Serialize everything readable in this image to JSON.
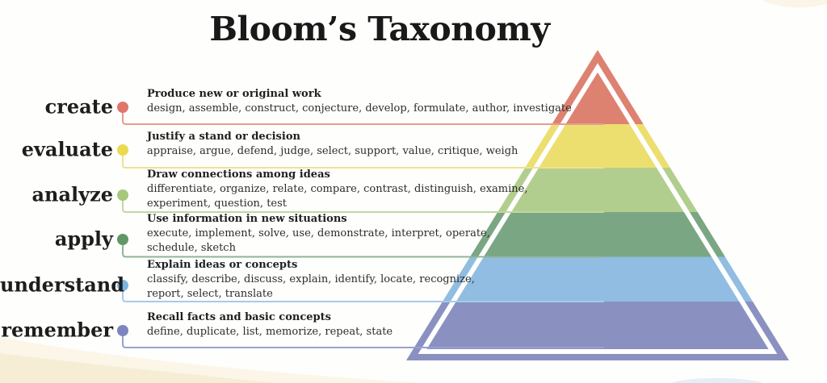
{
  "title": "Bloom’s Taxonomy",
  "levels": [
    {
      "name": "create",
      "heading": "Produce new or original work",
      "verbs": "design, assemble, construct, conjecture, develop, formulate, author, investigate",
      "dot_color": "#e0766a",
      "band_color": "#dd8271",
      "line_color": "#e59d90"
    },
    {
      "name": "evaluate",
      "heading": "Justify a stand or decision",
      "verbs": "appraise, argue, defend, judge, select, support, value, critique, weigh",
      "dot_color": "#ecd94f",
      "band_color": "#ecdf70",
      "line_color": "#efe28a"
    },
    {
      "name": "analyze",
      "heading": "Draw connections among ideas",
      "verbs": "differentiate, organize, relate, compare, contrast, distinguish, examine,\nexperiment, question, test",
      "dot_color": "#a6c87c",
      "band_color": "#b2ce8e",
      "line_color": "#bfd8a2"
    },
    {
      "name": "apply",
      "heading": "Use information in new situations",
      "verbs": "execute, implement, solve, use, demonstrate, interpret, operate,\nschedule, sketch",
      "dot_color": "#5f9767",
      "band_color": "#7aa683",
      "line_color": "#8fb497"
    },
    {
      "name": "understand",
      "heading": "Explain ideas or concepts",
      "verbs": "classify, describe, discuss, explain, identify, locate, recognize,\nreport, select, translate",
      "dot_color": "#7db3e2",
      "band_color": "#90bde1",
      "line_color": "#a5cae9"
    },
    {
      "name": "remember",
      "heading": "Recall facts and basic concepts",
      "verbs": "define, duplicate, list, memorize, repeat, state",
      "dot_color": "#7f84c1",
      "band_color": "#8a91c1",
      "line_color": "#9aa0cd"
    }
  ],
  "pyramid": {
    "outline_color": "#ffffff"
  },
  "background": {
    "wave_color": "#f5ecd4",
    "wave_color_light": "#fbf4e4",
    "wisp_color": "#ddeaf4"
  }
}
